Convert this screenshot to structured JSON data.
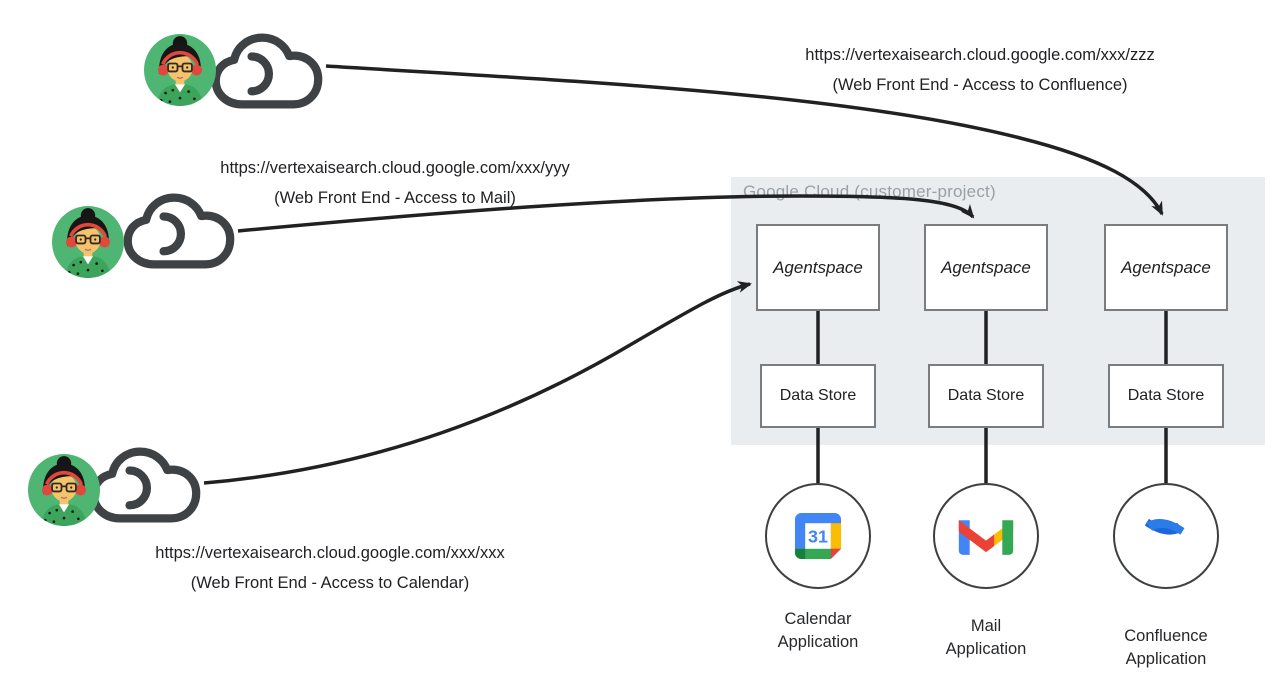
{
  "panel": {
    "title": "Google Cloud (customer-project)"
  },
  "users": [
    {
      "name": "confluence-user",
      "url": "https://vertexaisearch.cloud.google.com/xxx/zzz",
      "caption": "(Web Front End - Access to Confluence)"
    },
    {
      "name": "mail-user",
      "url": "https://vertexaisearch.cloud.google.com/xxx/yyy",
      "caption": "(Web Front End - Access to Mail)"
    },
    {
      "name": "calendar-user",
      "url": "https://vertexaisearch.cloud.google.com/xxx/xxx",
      "caption": "(Web Front End - Access to Calendar)"
    }
  ],
  "columns": [
    {
      "agentspace_label": "Agentspace",
      "datastore_label": "Data Store",
      "icon": "google-calendar-icon",
      "calendar_day": "31",
      "app_label_line1": "Calendar",
      "app_label_line2": "Application"
    },
    {
      "agentspace_label": "Agentspace",
      "datastore_label": "Data Store",
      "icon": "gmail-icon",
      "app_label_line1": "Mail",
      "app_label_line2": "Application"
    },
    {
      "agentspace_label": "Agentspace",
      "datastore_label": "Data Store",
      "icon": "confluence-icon",
      "app_label_line1": "Confluence",
      "app_label_line2": "Application"
    }
  ],
  "colors": {
    "panel_bg": "#E9EDF0",
    "panel_title": "#9AA0A6",
    "box_border": "#797D80",
    "line": "#1F2123",
    "text": "#202124",
    "google_blue": "#4285F4",
    "google_red": "#EA4335",
    "google_yellow": "#FBBC04",
    "google_green": "#34A853",
    "google_dark_green": "#188038",
    "confluence_blue_dark": "#1B67D9",
    "confluence_blue_light": "#2B7CE9",
    "avatar_bg": "#4FB573",
    "cloud_outline": "#3E4245"
  }
}
